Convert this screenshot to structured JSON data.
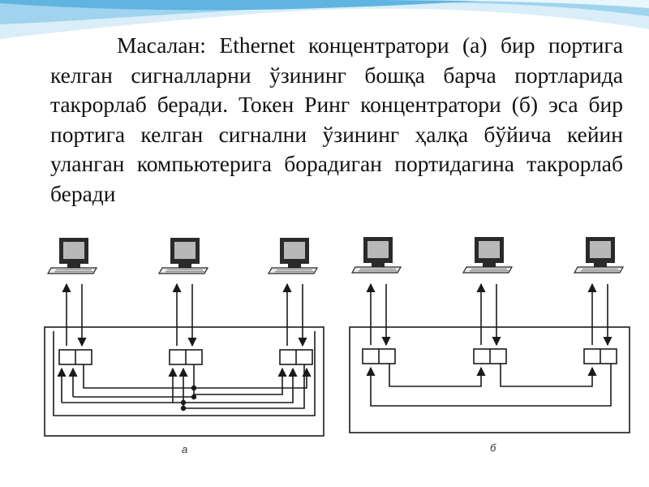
{
  "slide": {
    "paragraph": "Масалан: Ethernet концентратори (а) бир портига келган сигналларни ўзининг бошқа барча портларида такрорлаб беради. Токен Ринг концентратори (б) эса бир портига келган сигнални ўзининг ҳалқа бўйича кейин уланган компьютерига борадиган портидагина такрорлаб беради"
  },
  "diagram": {
    "label_a": "а",
    "label_b": "б"
  },
  "colors": {
    "wave_light": "#cde8f5",
    "wave_mid": "#7cc3e6",
    "wave_dark": "#3a9fd4",
    "line": "#1a1a1a"
  }
}
